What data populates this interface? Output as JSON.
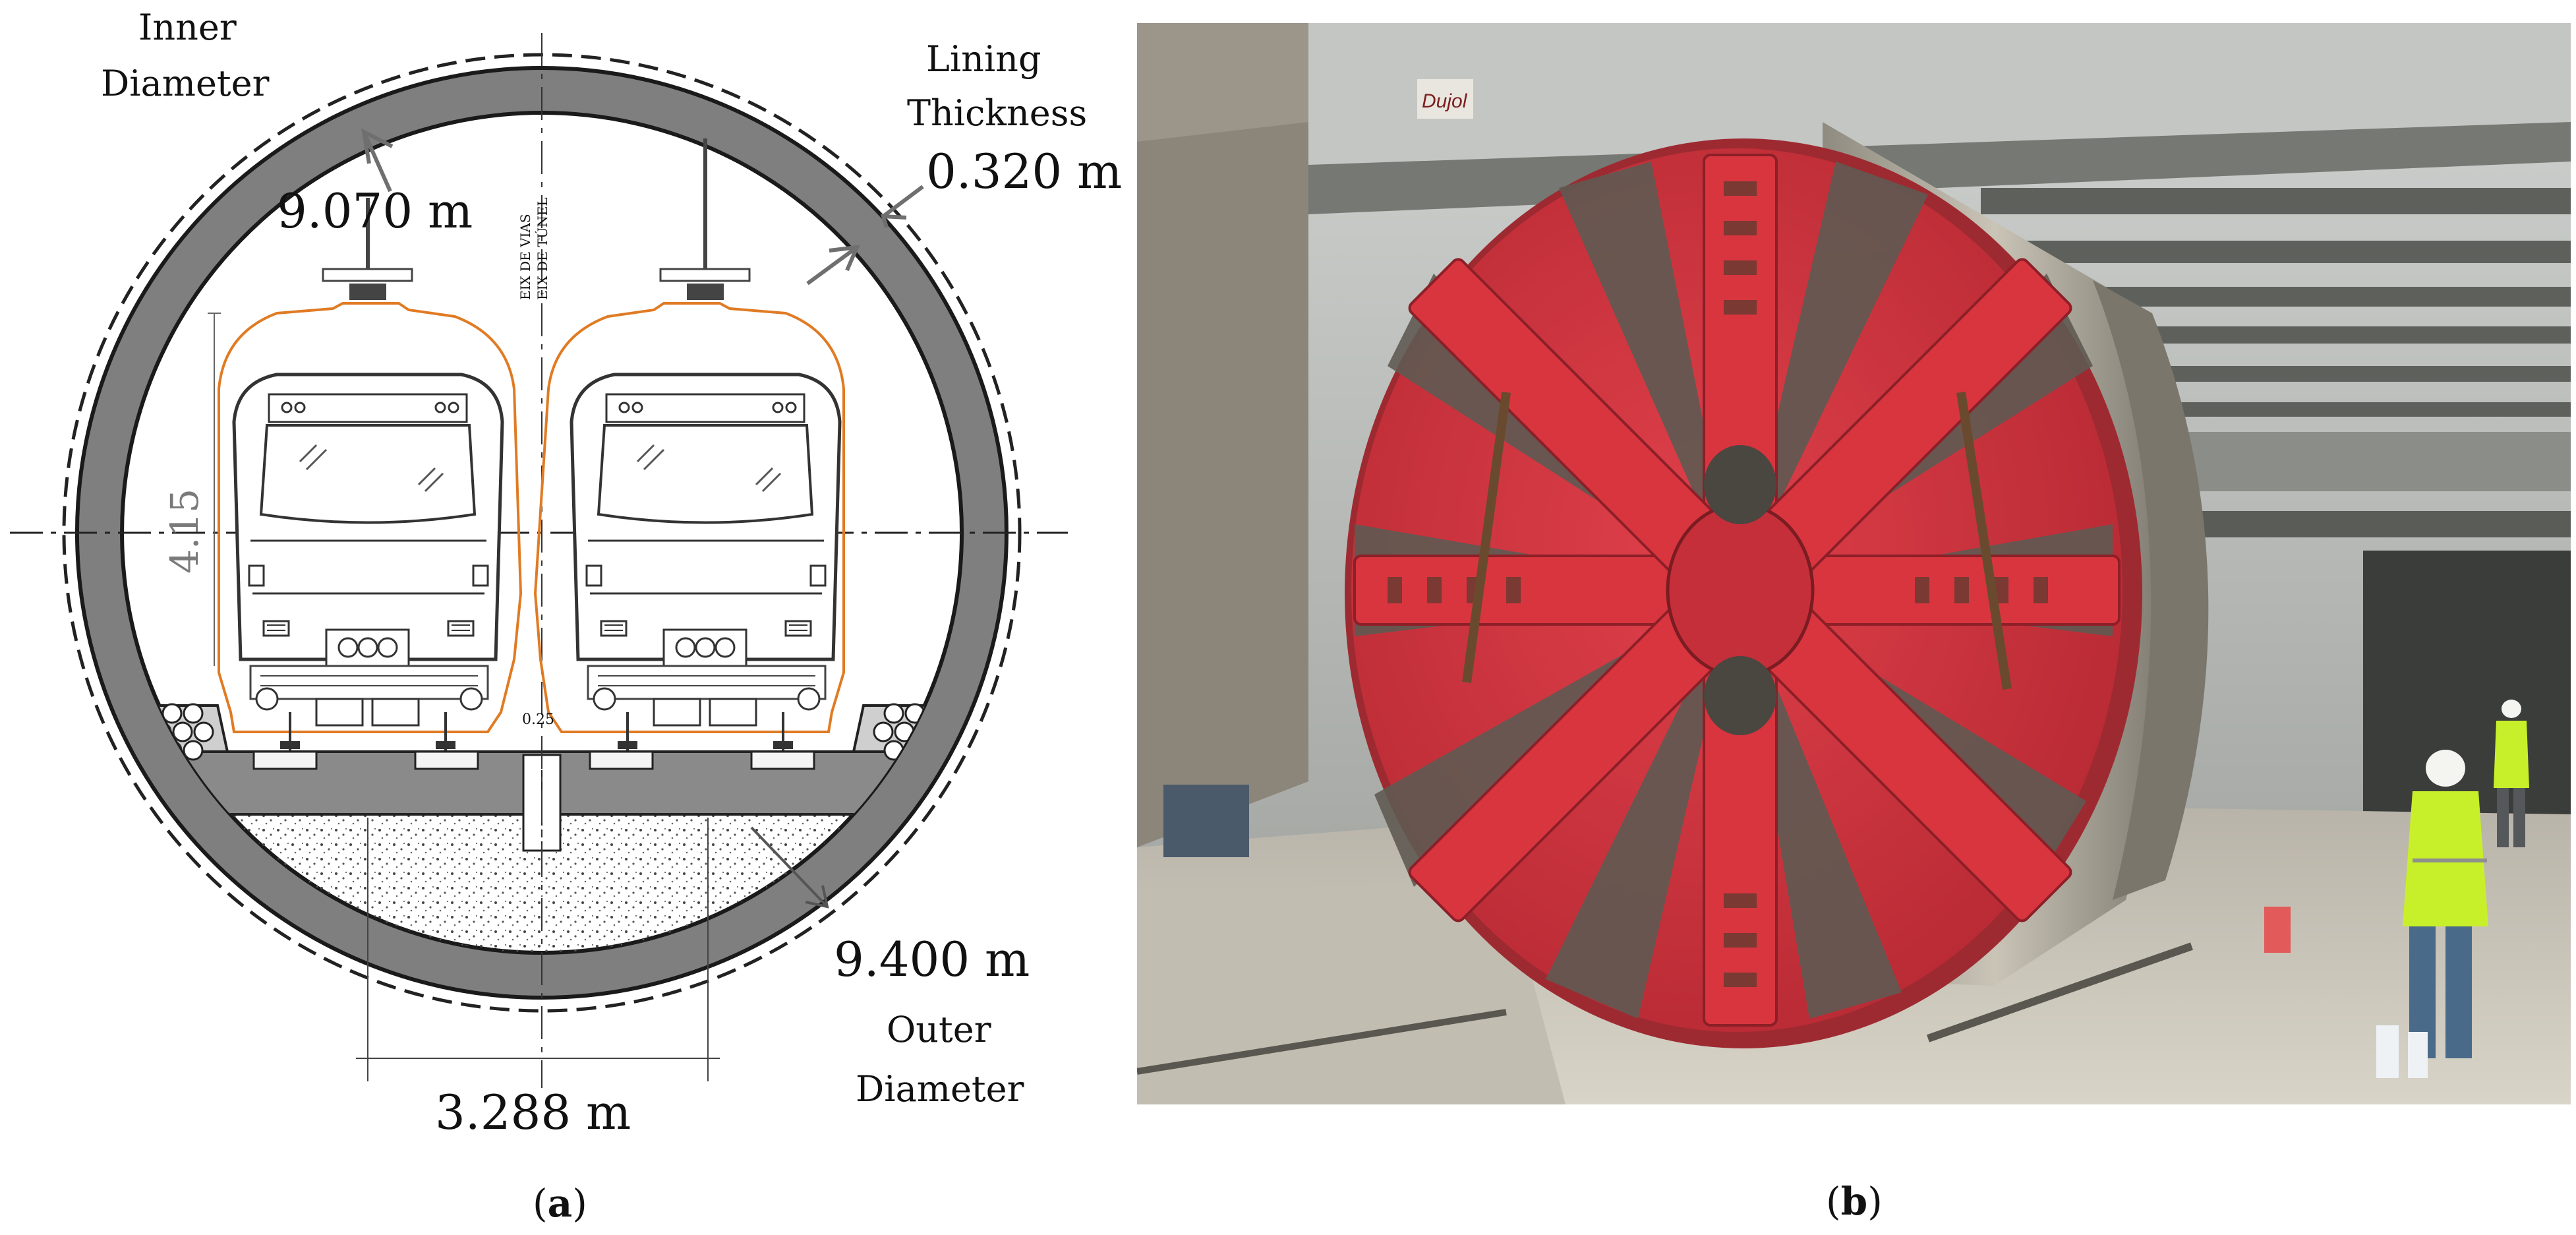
{
  "panel_a": {
    "inner_diameter_label": [
      "Inner",
      "Diameter"
    ],
    "inner_diameter_value": "9.070 m",
    "lining_thickness_label": [
      "Lining",
      "Thickness"
    ],
    "lining_thickness_value": "0.320 m",
    "outer_diameter_value": "9.400 m",
    "outer_diameter_label": [
      "Outer",
      "Diameter"
    ],
    "track_gauge_value": "3.288 m",
    "height_mark": "4.15",
    "axis_text_1": "EIX DE VIAS",
    "axis_text_2": "EIX DE TÚNEL",
    "small_dim": "0.25",
    "caption_open": "(",
    "caption_letter": "a",
    "caption_close": ")"
  },
  "panel_b": {
    "sign_text": "Dujol",
    "caption_open": "(",
    "caption_letter": "b",
    "caption_close": ")"
  },
  "colors": {
    "lining_fill": "#7f7f7f",
    "outline": "#1a1a1a",
    "clearance_outline": "#e07b24",
    "cutterhead_red": "#d8353f",
    "shield_grey": "#9a958a",
    "safety_vest": "#c8f02a"
  }
}
